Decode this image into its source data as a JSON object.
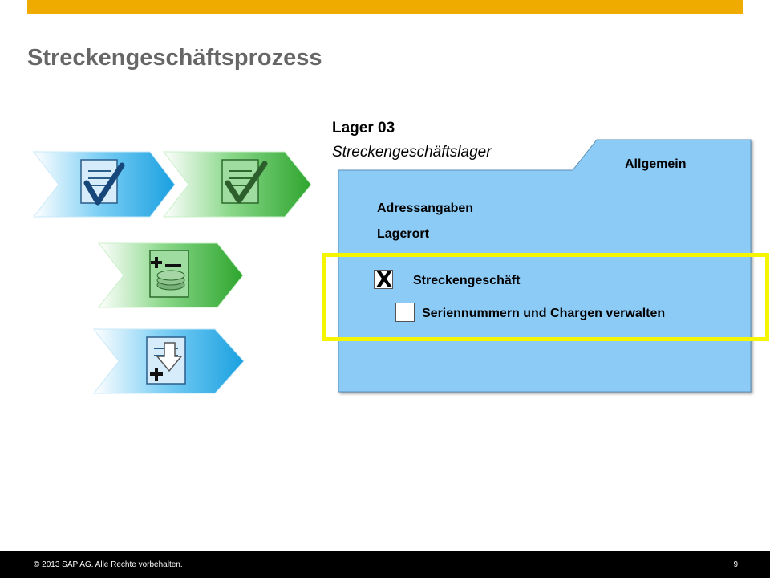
{
  "slide": {
    "title": "Streckengeschäftsprozess",
    "colors": {
      "accent": "#F0AB00",
      "panel": "#8DCBF7",
      "highlight": "#F5F500",
      "footer": "#000000"
    }
  },
  "warehouse": {
    "name": "Lager 03",
    "type": "Streckengeschäftslager"
  },
  "panel": {
    "tab_label": "Allgemein",
    "fields": [
      "Adressangaben",
      "Lagerort"
    ],
    "options": [
      {
        "label": "Streckengeschäft",
        "checked": true,
        "mark": "X"
      },
      {
        "label": "Seriennummern und Chargen verwalten",
        "checked": false,
        "mark": ""
      }
    ]
  },
  "process_steps": [
    {
      "icon": "document-check-icon",
      "color": "blue"
    },
    {
      "icon": "document-check-icon",
      "color": "green"
    },
    {
      "icon": "calculator-coins-icon",
      "color": "green"
    },
    {
      "icon": "document-download-icon",
      "color": "blue"
    }
  ],
  "footer": {
    "copyright": "© 2013 SAP AG. Alle Rechte vorbehalten.",
    "page": "9"
  }
}
